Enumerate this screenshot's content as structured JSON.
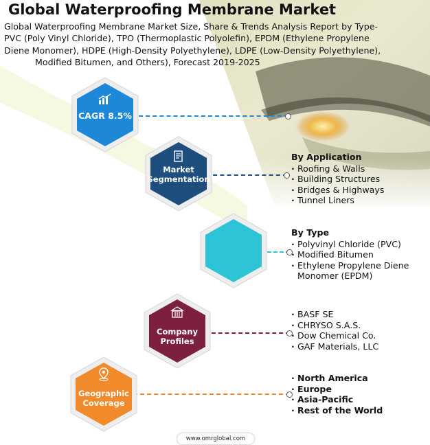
{
  "title": "Global Waterproofing Membrane Market",
  "subtitle_lines": [
    "Global Waterproofing Membrane Market Size, Share & Trends Analysis Report by Type-",
    "PVC (Poly Vinyl Chloride), TPO (Thermoplastic Polyolefin), EPDM (Ethylene Propylene",
    "Diene Monomer), HDPE (High-Density Polyethylene), LDPE (Low-Density Polyethylene),",
    "Modified Bitumen, and Others), Forecast 2019-2025"
  ],
  "hexagons": {
    "cagr": {
      "label": "CAGR 8.5%",
      "color": "#1e88d8",
      "icon": "bar-chart-icon"
    },
    "segmentation": {
      "line1": "Market",
      "line2": "Segmentation",
      "color": "#1d4e7e",
      "icon": "report-icon"
    },
    "type": {
      "color": "#2cc4d6"
    },
    "company": {
      "line1": "Company",
      "line2": "Profiles",
      "color": "#7d1f3e",
      "icon": "building-icon"
    },
    "geographic": {
      "line1": "Geographic",
      "line2": "Coverage",
      "color": "#f08a2a",
      "icon": "globe-pin-icon"
    }
  },
  "application": {
    "heading": "By Application",
    "items": [
      "Roofing & Walls",
      "Building Structures",
      "Bridges & Highways",
      "Tunnel Liners"
    ]
  },
  "type_list": {
    "heading": "By Type",
    "items": [
      "Polyvinyl Chloride (PVC)",
      "Modified Bitumen",
      "Ethylene Propylene Diene",
      "Monomer (EPDM)"
    ]
  },
  "companies": {
    "items": [
      "BASF SE",
      "CHRYSO S.A.S.",
      "Dow Chemical Co.",
      "GAF Materials, LLC"
    ]
  },
  "regions": {
    "items": [
      "North America",
      "Europe",
      "Asia-Pacific",
      "Rest of the World"
    ]
  },
  "footer": "www.omrglobal.com"
}
